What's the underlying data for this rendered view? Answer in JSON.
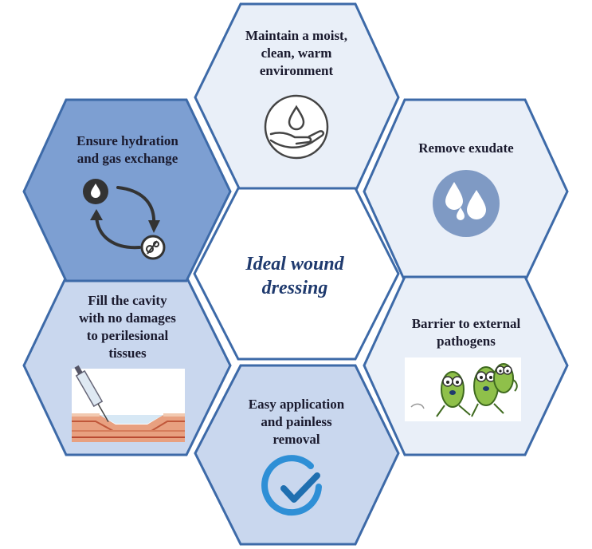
{
  "center": {
    "lines": [
      "Ideal wound",
      "dressing"
    ]
  },
  "hexagons": {
    "top": {
      "lines": [
        "Maintain a moist,",
        "clean, warm",
        "environment"
      ],
      "icon": "water-drop-hand-icon"
    },
    "upper_right": {
      "lines": [
        "Remove exudate"
      ],
      "icon": "double-drop-icon"
    },
    "lower_right": {
      "lines": [
        "Barrier to external",
        "pathogens"
      ],
      "icon": "pathogen-illustration"
    },
    "bottom": {
      "lines": [
        "Easy application",
        "and painless",
        "removal"
      ],
      "icon": "check-circle-icon"
    },
    "lower_left": {
      "lines": [
        "Fill the cavity",
        "with no damages",
        "to perilesional",
        "tissues"
      ],
      "icon": "syringe-wound-illustration"
    },
    "upper_left": {
      "lines": [
        "Ensure hydration",
        "and gas exchange"
      ],
      "icon": "exchange-cycle-icon"
    }
  },
  "colors": {
    "border": "#3d6aa8",
    "light_fill": "#e9eff8",
    "medium_fill": "#c9d7ee",
    "dark_fill": "#7d9fd2",
    "center_fill": "#ffffff",
    "title": "#1f3a6e"
  }
}
